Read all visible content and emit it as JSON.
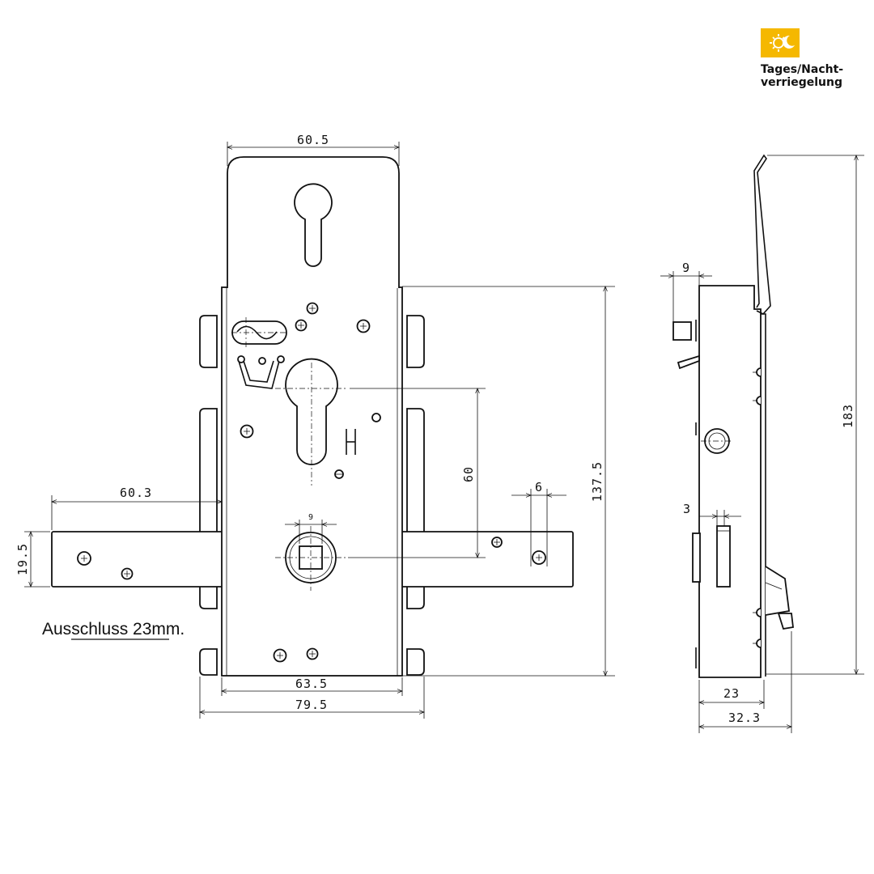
{
  "badge": {
    "line1": "Tages/Nacht-",
    "line2": "verriegelung",
    "color": "#F5B800",
    "icon": "sun-moon-icon"
  },
  "note": {
    "prefix": "Aus",
    "underlined": "schluss 23",
    "suffix": "mm."
  },
  "dimensions": {
    "cover_width": "60.5",
    "case_height": "137.5",
    "cylinder_distance": "60",
    "hole_spacing": "6",
    "spindle_square": "9",
    "bar_length": "60.3",
    "bar_height": "19.5",
    "case_width": "63.5",
    "total_width": "79.5",
    "side_bolt": "9",
    "side_total_height": "183",
    "side_latch": "3",
    "side_depth": "23",
    "side_total_depth": "32.3"
  },
  "colors": {
    "line": "#111111",
    "background": "#ffffff"
  }
}
